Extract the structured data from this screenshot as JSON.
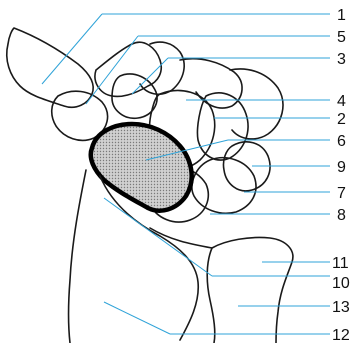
{
  "diagram": {
    "labels": [
      {
        "id": "1",
        "text": "1"
      },
      {
        "id": "5",
        "text": "5"
      },
      {
        "id": "3",
        "text": "3"
      },
      {
        "id": "4",
        "text": "4"
      },
      {
        "id": "2",
        "text": "2"
      },
      {
        "id": "6",
        "text": "6"
      },
      {
        "id": "9",
        "text": "9"
      },
      {
        "id": "7",
        "text": "7"
      },
      {
        "id": "8",
        "text": "8"
      },
      {
        "id": "11",
        "text": "11"
      },
      {
        "id": "10",
        "text": "10"
      },
      {
        "id": "13",
        "text": "13"
      },
      {
        "id": "12",
        "text": "12"
      }
    ],
    "colors": {
      "outline": "#1a1a1a",
      "leader": "#2fa3d8",
      "highlight_fill": "#bdbdbd",
      "highlight_stroke": "#000000"
    }
  }
}
